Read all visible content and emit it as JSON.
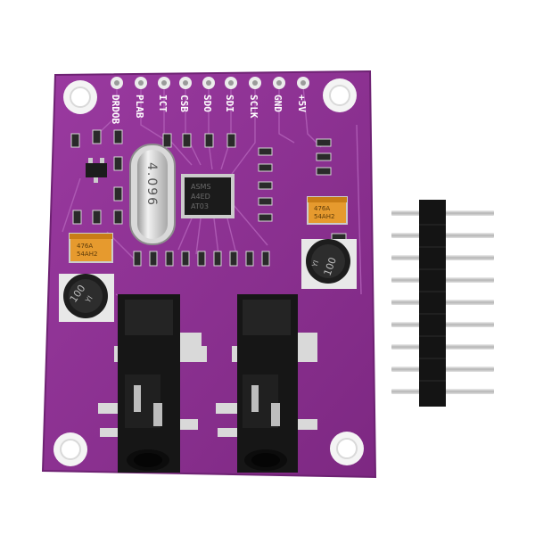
{
  "board": {
    "pin_labels": [
      "DRDOB",
      "PLAB",
      "ICT",
      "CSB",
      "SDO",
      "SDI",
      "SCLK",
      "GND",
      "+5V"
    ],
    "crystal_label": "4.096",
    "chip_marking": [
      "ASMS",
      "A4ED",
      "AT03"
    ],
    "cap_left": {
      "line1": "476A",
      "line2": "54AH2"
    },
    "cap_right": {
      "line1": "476A",
      "line2": "54AH2"
    },
    "inductor_left": "100",
    "inductor_left_code": "YI",
    "inductor_right": "100",
    "inductor_right_code": "YI"
  },
  "colors": {
    "pcb": "#8b2f8e",
    "pcb_edge": "#6e2273",
    "silkscreen": "#ffffff",
    "jack": "#1a1a1a",
    "pin_metal": "#cfcfcf",
    "pin_header": "#151515"
  }
}
